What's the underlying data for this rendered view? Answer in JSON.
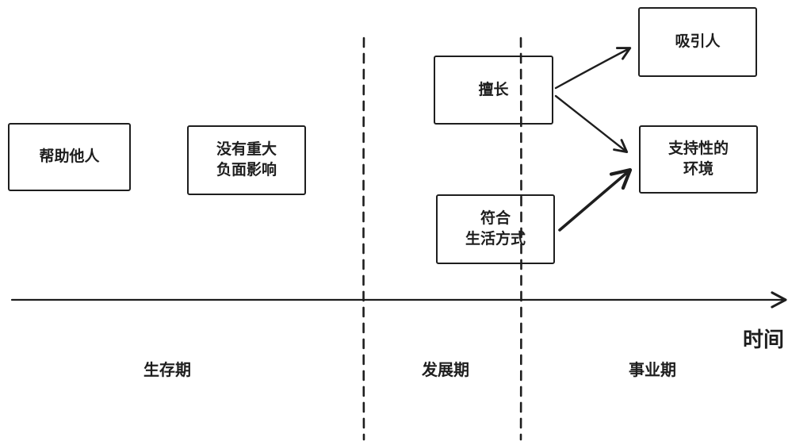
{
  "diagram": {
    "style": "hand-drawn whiteboard sketch",
    "background_color": "#ffffff",
    "stroke_color": "#1e1e1e",
    "boxes": [
      {
        "id": "help-others",
        "label": "帮助他人"
      },
      {
        "id": "no-major-negative-impact",
        "label": "没有重大\n负面影响"
      },
      {
        "id": "good-at",
        "label": "擅长"
      },
      {
        "id": "fits-lifestyle",
        "label": "符合\n生活方式"
      },
      {
        "id": "attractive",
        "label": "吸引人"
      },
      {
        "id": "supportive-environment",
        "label": "支持性的\n环境"
      }
    ],
    "phases": [
      {
        "id": "survival",
        "label": "生存期"
      },
      {
        "id": "development",
        "label": "发展期"
      },
      {
        "id": "career",
        "label": "事业期"
      }
    ],
    "axis": {
      "label": "时间",
      "direction": "right"
    },
    "arrows": [
      {
        "from": "擅长",
        "to": "吸引人"
      },
      {
        "from": "擅长",
        "to": "支持性的环境"
      },
      {
        "from": "符合生活方式",
        "to": "支持性的环境",
        "weight": "thick"
      }
    ]
  }
}
